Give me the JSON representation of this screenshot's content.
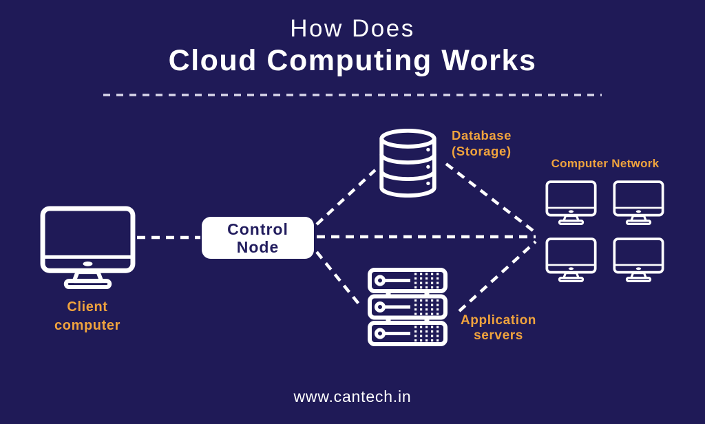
{
  "title": {
    "line1": "How Does",
    "line2": "Cloud Computing Works"
  },
  "diagram": {
    "client": {
      "label": "Client\ncomputer",
      "icon": "monitor-icon"
    },
    "control_node": {
      "label": "Control\nNode"
    },
    "database": {
      "label": "Database\n(Storage)",
      "icon": "database-cylinder-icon"
    },
    "application_servers": {
      "label": "Application\nservers",
      "icon": "server-rack-icon"
    },
    "computer_network": {
      "label": "Computer Network",
      "icon": "monitor-icon",
      "monitor_count": 4
    },
    "connections": [
      "client-to-control-node",
      "control-node-to-database",
      "control-node-to-application-servers",
      "control-node-to-computer-network",
      "database-to-computer-network",
      "application-servers-to-computer-network"
    ]
  },
  "footer": {
    "website": "www.cantech.in"
  },
  "colors": {
    "background": "#1f1a57",
    "label_orange": "#f0a33d",
    "icon_white": "#ffffff",
    "separator_gray": "#d8d6ea",
    "control_node_bg": "#ffffff",
    "control_node_text": "#221d5e"
  }
}
